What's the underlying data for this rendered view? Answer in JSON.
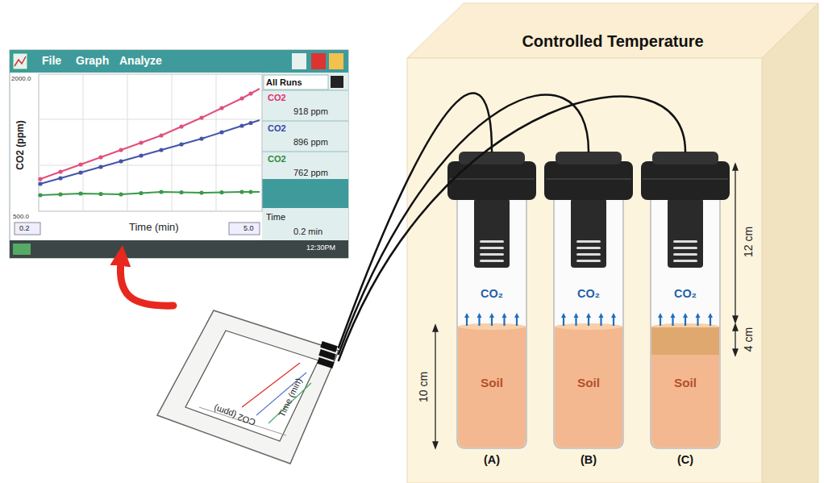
{
  "diagram": {
    "nodes": [
      {
        "text": [
          "Controlled Temperature"
        ]
      },
      {
        "text": [
          "CO₂",
          "Soil",
          "(A)"
        ],
        "in": 0
      },
      {
        "text": [
          "CO₂",
          "Soil",
          "(B)"
        ],
        "in": 0
      },
      {
        "text": [
          "CO₂",
          "Soil",
          "(C)"
        ],
        "in": 0
      },
      {
        "text": [
          "CO2 (ppm)",
          "Time (min)"
        ]
      },
      {
        "text": [
          "File",
          "Graph",
          "Analyze",
          "CO2 (ppm)",
          "2000.0",
          "500.0",
          "Time (min)",
          "0.2",
          "5.0",
          "All Runs",
          "CO2",
          "918 ppm",
          "CO2",
          "896 ppm",
          "CO2",
          "762 ppm",
          "Time",
          "0.2 min",
          "12:30PM"
        ]
      }
    ],
    "edges": [
      {
        "from": 1,
        "to": 4,
        "arrow": "none"
      },
      {
        "from": 2,
        "to": 4,
        "arrow": "none"
      },
      {
        "from": 3,
        "to": 4,
        "arrow": "none"
      },
      {
        "from": 4,
        "to": 5,
        "arrow": "to"
      }
    ],
    "labels": [
      "12 cm",
      "4 cm",
      "10 cm"
    ]
  }
}
